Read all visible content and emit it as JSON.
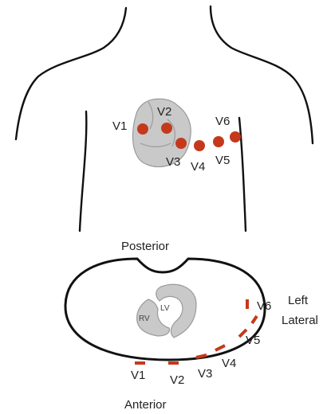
{
  "colors": {
    "outline": "#111111",
    "electrode": "#c4391c",
    "heart_fill": "#c9c9c9",
    "heart_stroke": "#9a9a9a",
    "text": "#222222"
  },
  "chest_view": {
    "leads": [
      {
        "label": "V1"
      },
      {
        "label": "V2"
      },
      {
        "label": "V3"
      },
      {
        "label": "V4"
      },
      {
        "label": "V5"
      },
      {
        "label": "V6"
      }
    ]
  },
  "cross_section": {
    "top_label": "Posterior",
    "bottom_label": "Anterior",
    "side_label_line1": "Left",
    "side_label_line2": "Lateral",
    "ventricle_labels": {
      "right": "RV",
      "left": "LV"
    },
    "leads": [
      {
        "label": "V1"
      },
      {
        "label": "V2"
      },
      {
        "label": "V3"
      },
      {
        "label": "V4"
      },
      {
        "label": "V5"
      },
      {
        "label": "V6"
      }
    ]
  }
}
